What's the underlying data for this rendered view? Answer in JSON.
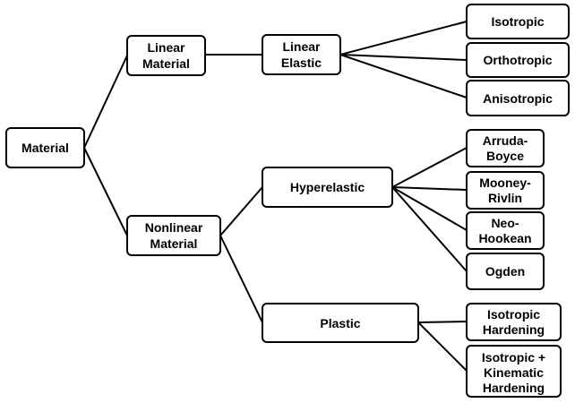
{
  "nodes": {
    "material": "Material",
    "linear_material": [
      "Linear",
      "Material"
    ],
    "nonlinear_material": [
      "Nonlinear",
      "Material"
    ],
    "linear_elastic": [
      "Linear",
      "Elastic"
    ],
    "hyperelastic": "Hyperelastic",
    "plastic": "Plastic",
    "isotropic": "Isotropic",
    "orthotropic": "Orthotropic",
    "anisotropic": "Anisotropic",
    "arruda_boyce": [
      "Arruda-",
      "Boyce"
    ],
    "mooney_rivlin": [
      "Mooney-",
      "Rivlin"
    ],
    "neo_hookean": [
      "Neo-",
      "Hookean"
    ],
    "ogden": "Ogden",
    "isotropic_hardening": [
      "Isotropic",
      "Hardening"
    ],
    "isotropic_kinematic_hardening": [
      "Isotropic +",
      "Kinematic",
      "Hardening"
    ]
  },
  "edges": [
    [
      "material",
      "linear_material"
    ],
    [
      "material",
      "nonlinear_material"
    ],
    [
      "linear_material",
      "linear_elastic"
    ],
    [
      "nonlinear_material",
      "hyperelastic"
    ],
    [
      "nonlinear_material",
      "plastic"
    ],
    [
      "linear_elastic",
      "isotropic"
    ],
    [
      "linear_elastic",
      "orthotropic"
    ],
    [
      "linear_elastic",
      "anisotropic"
    ],
    [
      "hyperelastic",
      "arruda_boyce"
    ],
    [
      "hyperelastic",
      "mooney_rivlin"
    ],
    [
      "hyperelastic",
      "neo_hookean"
    ],
    [
      "hyperelastic",
      "ogden"
    ],
    [
      "plastic",
      "isotropic_hardening"
    ],
    [
      "plastic",
      "isotropic_kinematic_hardening"
    ]
  ]
}
